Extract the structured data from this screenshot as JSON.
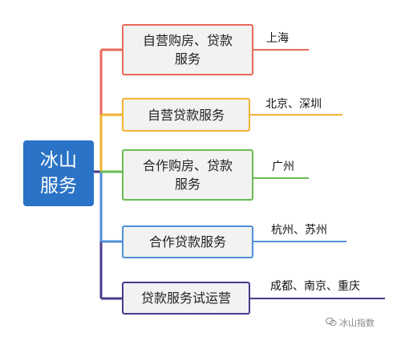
{
  "root": {
    "line1": "冰山",
    "line2": "服务"
  },
  "branches": [
    {
      "line1": "自营购房、贷款",
      "line2": "服务",
      "region": "上海",
      "color": "#e9695a"
    },
    {
      "line1": "自营贷款服务",
      "line2": "",
      "region": "北京、深圳",
      "color": "#f2b233"
    },
    {
      "line1": "合作购房、贷款",
      "line2": "服务",
      "region": "广州",
      "color": "#6abc51"
    },
    {
      "line1": "合作贷款服务",
      "line2": "",
      "region": "杭州、苏州",
      "color": "#4f8fd6"
    },
    {
      "line1": "贷款服务试运营",
      "line2": "",
      "region": "成都、南京、重庆",
      "color": "#4a3a8c"
    }
  ],
  "watermark": {
    "text": "冰山指数",
    "icon": "wechat-icon"
  }
}
